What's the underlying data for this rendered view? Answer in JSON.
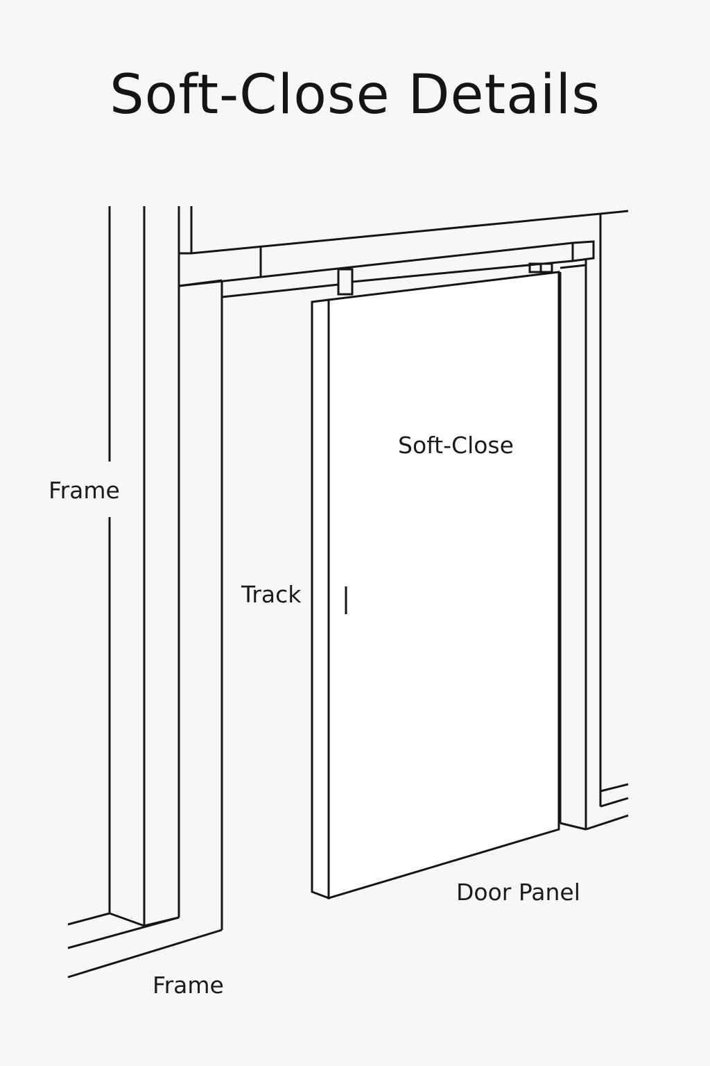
{
  "title": "Soft-Close Details",
  "labels": {
    "frame_left": "Frame",
    "track": "Track",
    "soft_close": "Soft-Close",
    "door_panel": "Door Panel",
    "frame_bottom": "Frame"
  },
  "colors": {
    "background": "#f7f7f7",
    "line": "#151515",
    "door_fill": "#ffffff"
  }
}
